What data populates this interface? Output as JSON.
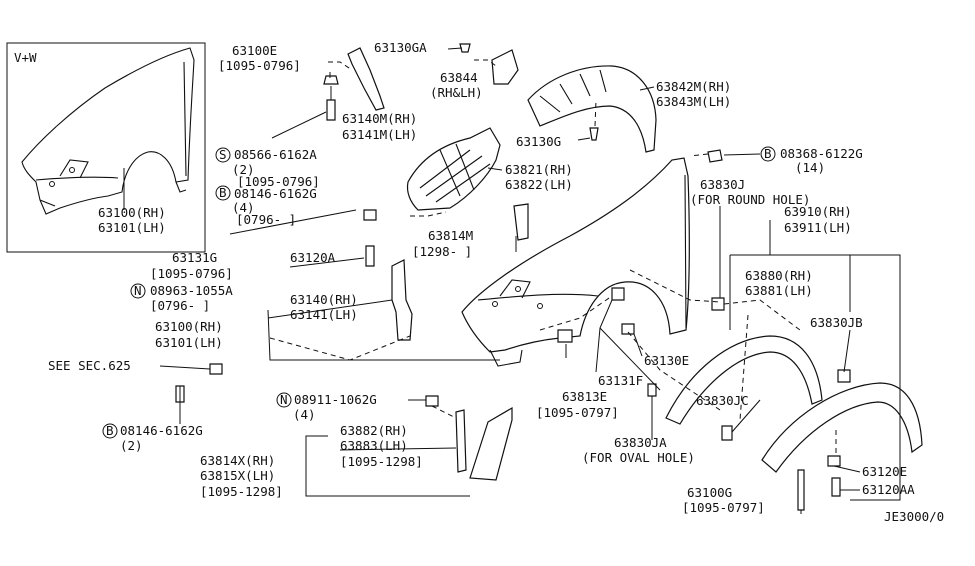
{
  "inset": {
    "label": "V+W",
    "part_rh": "63100(RH)",
    "part_lh": "63101(LH)"
  },
  "callouts": {
    "c63100e": "63100E",
    "c63100e_date": "[1095-0796]",
    "c63130ga": "63130GA",
    "c63844": "63844",
    "c63844_side": "(RH&LH)",
    "c63842m": "63842M(RH)",
    "c63843m": "63843M(LH)",
    "c63140m": "63140M(RH)",
    "c63141m": "63141M(LH)",
    "c63130g": "63130G",
    "c08566": "08566-6162A",
    "c08566_qty": "(2)",
    "c08566_date": "[1095-0796]",
    "c08146a": "08146-6162G",
    "c08146a_qty": "(4)",
    "c08146a_date": "[0796-     ]",
    "c63821": "63821(RH)",
    "c63822": "63822(LH)",
    "c08368": "08368-6122G",
    "c08368_qty": "(14)",
    "c63830j": "63830J",
    "c63830j_note": "(FOR ROUND HOLE)",
    "c63910": "63910(RH)",
    "c63911": "63911(LH)",
    "c63814m": "63814M",
    "c63814m_date": "[1298-     ]",
    "c63131g": "63131G",
    "c63131g_date": "[1095-0796]",
    "c63120a": "63120A",
    "c08963": "08963-1055A",
    "c08963_date": "[0796-     ]",
    "c63140": "63140(RH)",
    "c63141": "63141(LH)",
    "c63100": "63100(RH)",
    "c63101": "63101(LH)",
    "c63880": "63880(RH)",
    "c63881": "63881(LH)",
    "c63830jb": "63830JB",
    "see_sec": "SEE SEC.625",
    "c63130e": "63130E",
    "c63131f": "63131F",
    "c63813e": "63813E",
    "c63813e_date": "[1095-0797]",
    "c08911": "08911-1062G",
    "c08911_qty": "(4)",
    "c63882": "63882(RH)",
    "c63883": "63883(LH)",
    "c63882_date": "[1095-1298]",
    "c63830jc": "63830JC",
    "c08146b": "08146-6162G",
    "c08146b_qty": "(2)",
    "c63814x": "63814X(RH)",
    "c63815x": "63815X(LH)",
    "c63814x_date": "[1095-1298]",
    "c63830ja": "63830JA",
    "c63830ja_note": "(FOR OVAL HOLE)",
    "c63120e": "63120E",
    "c63100g": "63100G",
    "c63100g_date": "[1095-0797]",
    "c63120aa": "63120AA"
  },
  "symbols": {
    "s": "S",
    "b": "B",
    "n": "N"
  },
  "diagram_code": "JE3000/0"
}
